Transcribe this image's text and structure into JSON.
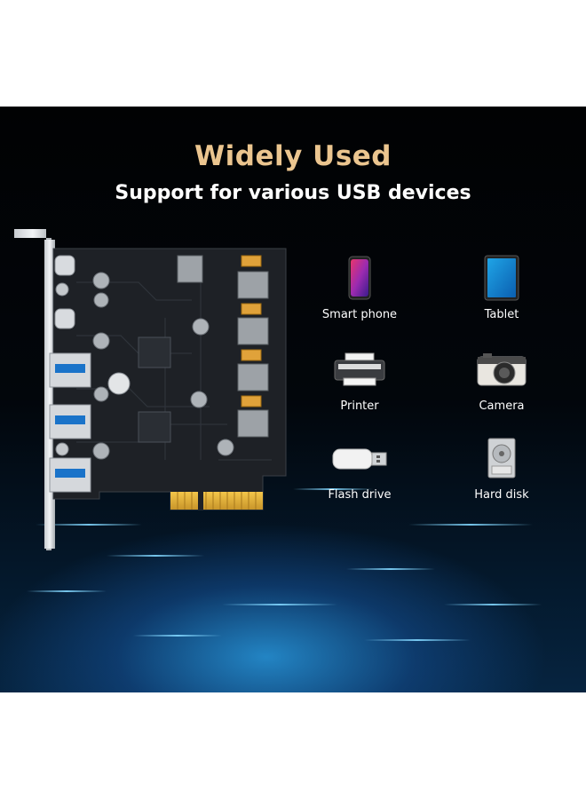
{
  "header": {
    "title": "Widely Used",
    "subtitle": "Support for various USB devices"
  },
  "devices": [
    {
      "label": "Smart phone",
      "icon": "smartphone-icon"
    },
    {
      "label": "Tablet",
      "icon": "tablet-icon"
    },
    {
      "label": "Printer",
      "icon": "printer-icon"
    },
    {
      "label": "Camera",
      "icon": "camera-icon"
    },
    {
      "label": "Flash drive",
      "icon": "flash-drive-icon"
    },
    {
      "label": "Hard disk",
      "icon": "hard-disk-icon"
    }
  ],
  "colors": {
    "title": "#ebc58f",
    "subtitle": "#ffffff",
    "background": "#020509",
    "glow": "#2896dc"
  }
}
